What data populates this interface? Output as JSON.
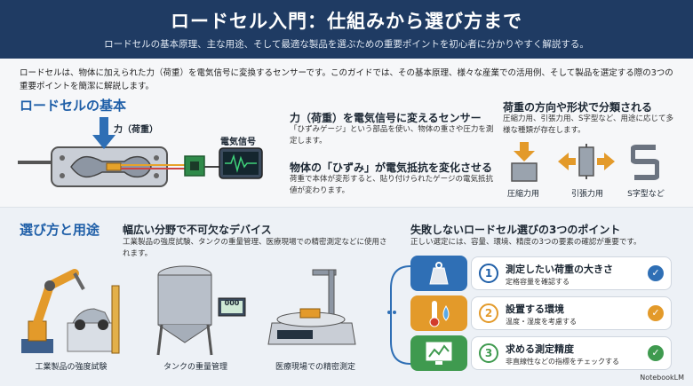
{
  "header": {
    "title": "ロードセル入門：仕組みから選び方まで",
    "subtitle": "ロードセルの基本原理、主な用途、そして最適な製品を選ぶための重要ポイントを初心者に分かりやすく解説する。"
  },
  "intro": "ロードセルは、物体に加えられた力（荷重）を電気信号に変換するセンサーです。このガイドでは、その基本原理、様々な産業での活用例、そして製品を選定する際の3つの重要ポイントを簡潔に解説します。",
  "basics": {
    "heading": "ロードセルの基本",
    "force_label": "力（荷重）",
    "signal_label": "電気信号",
    "sensor_title": "力（荷重）を電気信号に変えるセンサー",
    "sensor_desc": "「ひずみゲージ」という部品を使い、物体の重さや圧力を測定します。",
    "strain_title": "物体の「ひずみ」が電気抵抗を変化させる",
    "strain_desc": "荷重で本体が変形すると、貼り付けられたゲージの電気抵抗値が変わります。",
    "types_title": "荷重の方向や形状で分類される",
    "types_desc": "圧縮力用、引張力用、S字型など、用途に応じて多様な種類が存在します。",
    "types": [
      "圧縮力用",
      "引張力用",
      "S字型など"
    ]
  },
  "usage": {
    "heading": "選び方と用途",
    "title": "幅広い分野で不可欠なデバイス",
    "desc": "工業製品の強度試験、タンクの重量管理、医療現場での精密測定などに使用されます。",
    "examples": [
      "工業製品の強度試験",
      "タンクの重量管理",
      "医療現場での精密測定"
    ],
    "display_value": "000"
  },
  "points": {
    "title": "失敗しないロードセル選びの3つのポイント",
    "desc": "正しい選定には、容量、環境、精度の3つの要素の確認が重要です。",
    "items": [
      {
        "num": "1",
        "title": "測定したい荷重の大きさ",
        "sub": "定格容量を確認する",
        "color": "#2f6fb5"
      },
      {
        "num": "2",
        "title": "設置する環境",
        "sub": "温度・湿度を考慮する",
        "color": "#e39a2a"
      },
      {
        "num": "3",
        "title": "求める測定精度",
        "sub": "非直線性などの指標をチェックする",
        "color": "#3f9a4f"
      }
    ]
  },
  "brand": "NotebookLM"
}
